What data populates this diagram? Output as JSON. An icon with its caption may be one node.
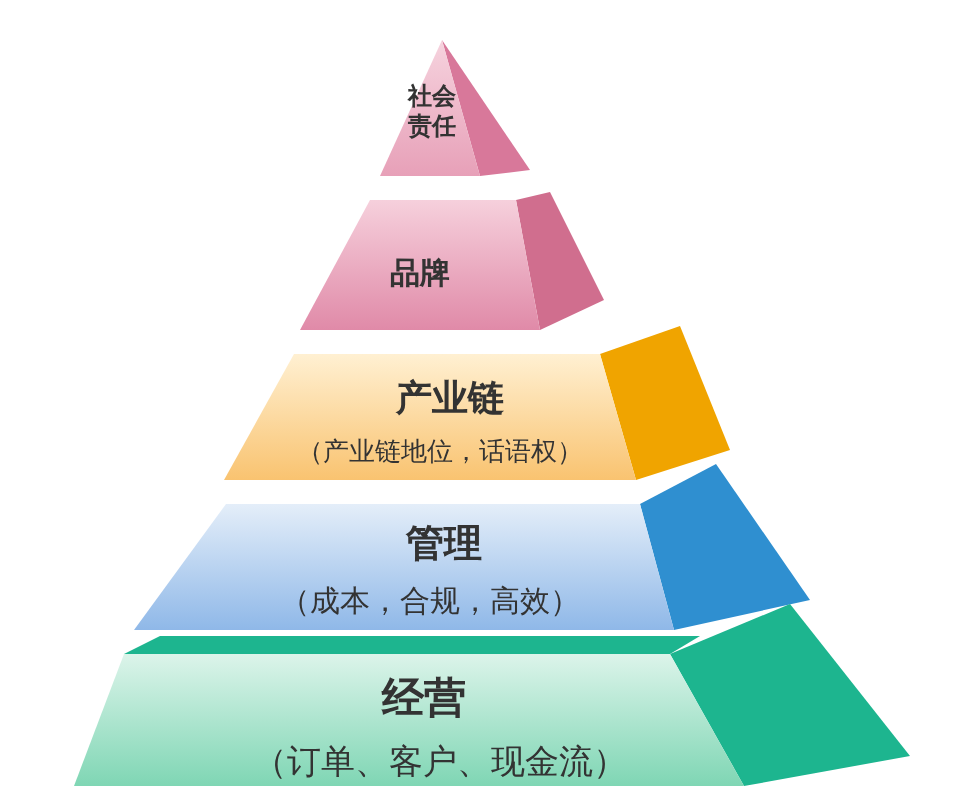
{
  "diagram": {
    "nodes": [
      {
        "text": [
          "社会责任"
        ]
      },
      {
        "text": [
          "品牌"
        ]
      },
      {
        "text": [
          "产业链",
          "（产业链地位，话语权）"
        ]
      },
      {
        "text": [
          "管理",
          "（成本，合规，高效）"
        ]
      },
      {
        "text": [
          "经营",
          "（订单、客户、现金流）"
        ]
      }
    ]
  }
}
